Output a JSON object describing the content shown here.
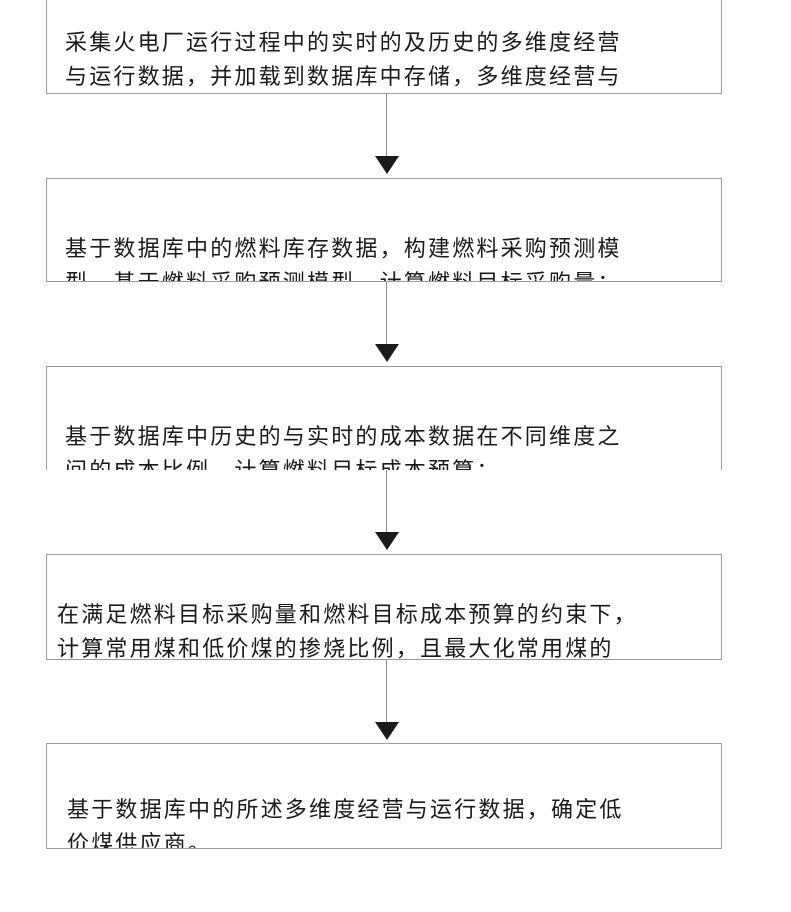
{
  "flowchart": {
    "steps": [
      {
        "text": "采集火电厂运行过程中的实时的及历史的多维度经营\n与运行数据，并加载到数据库中存储，多维度经营与\n运行数据包括成本数据和燃料库存数据；"
      },
      {
        "text": "基于数据库中的燃料库存数据，构建燃料采购预测模\n型，基于燃料采购预测模型，计算燃料目标采购量；"
      },
      {
        "text": "基于数据库中历史的与实时的成本数据在不同维度之\n间的成本比例，计算燃料目标成本预算；"
      },
      {
        "text": "在满足燃料目标采购量和燃料目标成本预算的约束下，\n计算常用煤和低价煤的掺烧比例，且最大化常用煤的\n量；"
      },
      {
        "text": "基于数据库中的所述多维度经营与运行数据，确定低\n价煤供应商。"
      }
    ]
  }
}
